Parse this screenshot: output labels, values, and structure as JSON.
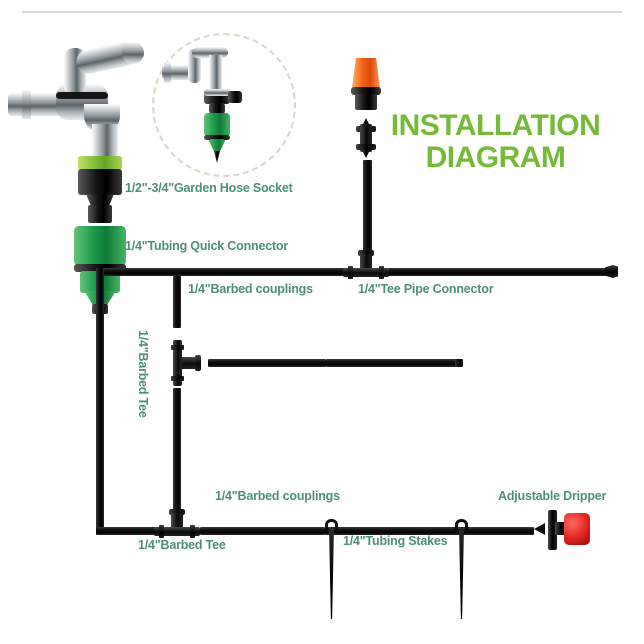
{
  "title": {
    "line1": "INSTALLATION",
    "line2": "DIAGRAM",
    "color": "#76bb38"
  },
  "label_color": "#4e8f78",
  "labels": {
    "garden_hose_socket": "1/2\"-3/4\"Garden Hose Socket",
    "tubing_quick_connector": "1/4\"Tubing Quick Connector",
    "barbed_couplings_top": "1/4\"Barbed couplings",
    "tee_pipe_connector": "1/4\"Tee Pipe Connector",
    "barbed_tee_vertical": "1/4\"Barbed Tee",
    "barbed_couplings_bottom": "1/4\"Barbed couplings",
    "barbed_tee_bottom": "1/4\"Barbed Tee",
    "tubing_stakes": "1/4\"Tubing Stakes",
    "adjustable_dripper": "Adjustable Dripper"
  },
  "components": {
    "faucet": "chrome-garden-faucet",
    "inset_detail": "faucet-with-connector-closeup",
    "hose_socket": "green-black-hose-socket",
    "quick_connector": "green-quick-connector",
    "mist_nozzle": "orange-misting-nozzle",
    "dripper": "red-adjustable-dripper",
    "stakes": "black-tubing-stakes",
    "tee_fittings": "black-barbed-tee",
    "couplings": "black-barbed-coupling",
    "tubing": "black-quarter-inch-tubing"
  },
  "colors": {
    "tubing": "#100f0f",
    "green_light": "#8cc63f",
    "green_dark": "#1f9d4d",
    "orange": "#f6671a",
    "red": "#e1231f",
    "chrome": "#b9c0c4"
  }
}
